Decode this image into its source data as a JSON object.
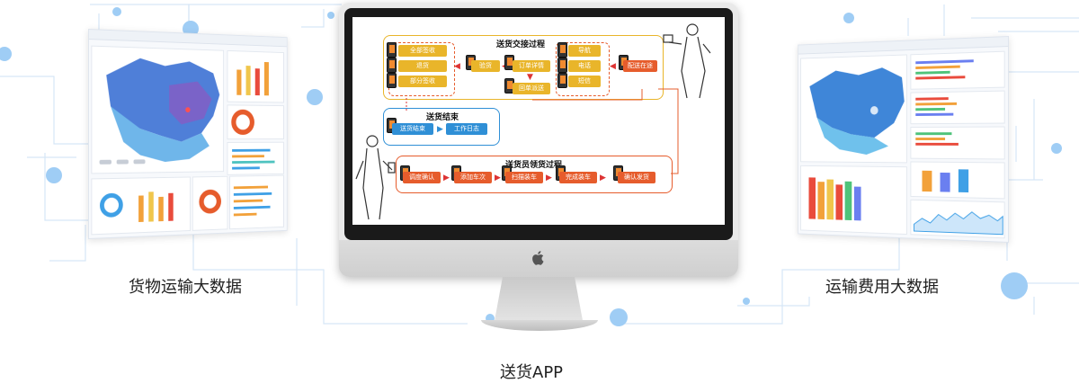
{
  "captions": {
    "left": "货物运输大数据",
    "right": "运输费用大数据",
    "center": "送货APP"
  },
  "colors": {
    "accent_blue": "#2f8fd6",
    "circle_blue": "#8ec5f5",
    "line_blue": "#cfe3f7",
    "flow_yellow": "#e9b52a",
    "flow_orange": "#e65c2c",
    "flow_blue": "#2f8fd6"
  },
  "flow": {
    "section1_title": "送货交接过程",
    "section2_title": "送货结束",
    "section3_title": "送货员领货过程",
    "sign_all": "全部签收",
    "reject": "退货",
    "partial_sign": "部分签收",
    "inspect": "验货",
    "order_detail": "订单详情",
    "return_delivery": "回单派送",
    "navigate": "导航",
    "phone_call": "电话",
    "sms": "短信",
    "delivery_on_way": "配送在途",
    "delivery_end": "送货结束",
    "work_log": "工作日志",
    "schedule_confirm": "调度确认",
    "add_vehicle": "添加车次",
    "scan_load": "扫描装车",
    "finish_load": "完成装车",
    "confirm_dispatch": "确认发货"
  },
  "icons": [
    "apple-logo-icon",
    "phone-icon",
    "person-illustration-icon"
  ]
}
